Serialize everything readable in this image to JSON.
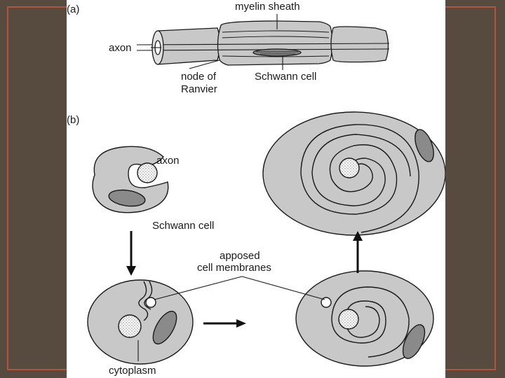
{
  "colors": {
    "background": "#564b3e",
    "frame": "#b5523a",
    "figure_bg": "#ffffff",
    "cell_fill": "#c8c8c8",
    "nucleus": "#8a8a8a",
    "ink": "#1a1a1a"
  },
  "panel_a": {
    "tag": "(a)",
    "labels": {
      "myelin_sheath": "myelin sheath",
      "axon": "axon",
      "node_of_ranvier_line1": "node of",
      "node_of_ranvier_line2": "Ranvier",
      "schwann_cell": "Schwann cell"
    }
  },
  "panel_b": {
    "tag": "(b)",
    "labels": {
      "axon": "axon",
      "schwann_cell": "Schwann cell",
      "apposed_line1": "apposed",
      "apposed_line2": "cell membranes",
      "cytoplasm": "cytoplasm"
    }
  }
}
